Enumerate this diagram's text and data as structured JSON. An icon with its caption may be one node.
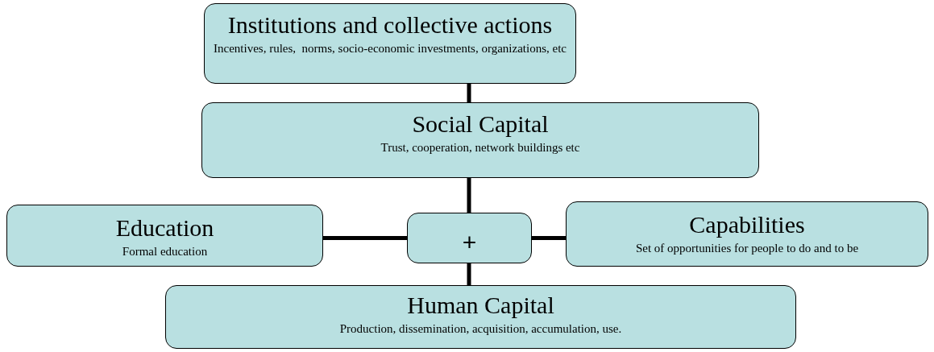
{
  "diagram": {
    "nodes": [
      {
        "text": [
          "Institutions and collective actions",
          "Incentives, rules,  norms, socio-economic investments, organizations, etc"
        ]
      },
      {
        "text": [
          "Social Capital",
          "Trust, cooperation, network buildings etc"
        ]
      },
      {
        "text": [
          "Education",
          "Formal education"
        ]
      },
      {
        "text": [
          "+"
        ]
      },
      {
        "text": [
          "Capabilities",
          "Set of opportunities for people to do and to be"
        ]
      },
      {
        "text": [
          "Human Capital",
          "Production, dissemination, acquisition, accumulation, use."
        ]
      }
    ],
    "edges": [
      {
        "from": 0,
        "to": 1,
        "arrow": "none"
      },
      {
        "from": 1,
        "to": 3,
        "arrow": "none"
      },
      {
        "from": 2,
        "to": 3,
        "arrow": "none"
      },
      {
        "from": 3,
        "to": 4,
        "arrow": "none"
      },
      {
        "from": 3,
        "to": 5,
        "arrow": "none"
      }
    ]
  }
}
